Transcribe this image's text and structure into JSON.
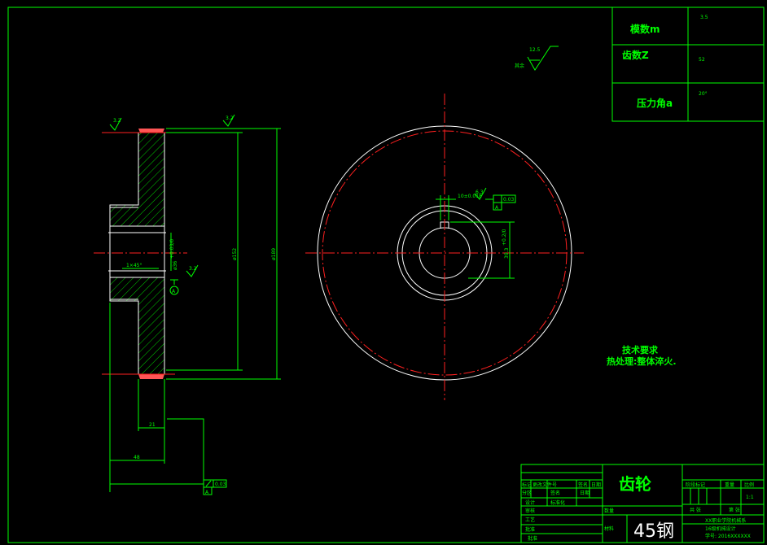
{
  "params_table": {
    "rows": [
      {
        "label": "模数m",
        "value": "3.5"
      },
      {
        "label": "齿数Z",
        "value": "52"
      },
      {
        "label": "压力角a",
        "value": "20°"
      }
    ]
  },
  "roughness": {
    "general": "12.5",
    "general_note": "其余",
    "flank": "3.2",
    "face": "3.2",
    "bore": "3.2",
    "keyway": "6.3"
  },
  "dims": {
    "bore": "ø36",
    "bore_tol": "+0.03/0",
    "chamfer": "1×45°",
    "hub": "ø152",
    "outer": "ø189",
    "width_21": "21",
    "width_48": "48",
    "keyway_width": "10±0.018",
    "keyway_depth": "39.3",
    "keyway_depth_tol": "+0.2/0"
  },
  "tolerances": {
    "runout_value": "0.03",
    "datum": "A",
    "sym_value": "0.03"
  },
  "tech_req": {
    "title": "技术要求",
    "line": "热处理:整体淬火."
  },
  "title_block": {
    "part_name": "齿轮",
    "material": "45钢",
    "material_label": "材料",
    "scale": "1:1",
    "labels": {
      "mark": "标记",
      "count": "处数",
      "zone": "分区",
      "change_doc": "更改文件号",
      "sign": "签名",
      "date": "日期",
      "design": "设计",
      "standard": "标准化",
      "drawn": "工艺",
      "check": "审核",
      "approve": "批准",
      "stage": "阶段标记",
      "weight": "重量",
      "ratio": "比例",
      "total": "共 张",
      "sheet": "第 张",
      "qty": "数量"
    },
    "org": "XX职业学院机械系",
    "dept": "16级机械设计",
    "student_no": "学号: 2016XXXXXX"
  }
}
